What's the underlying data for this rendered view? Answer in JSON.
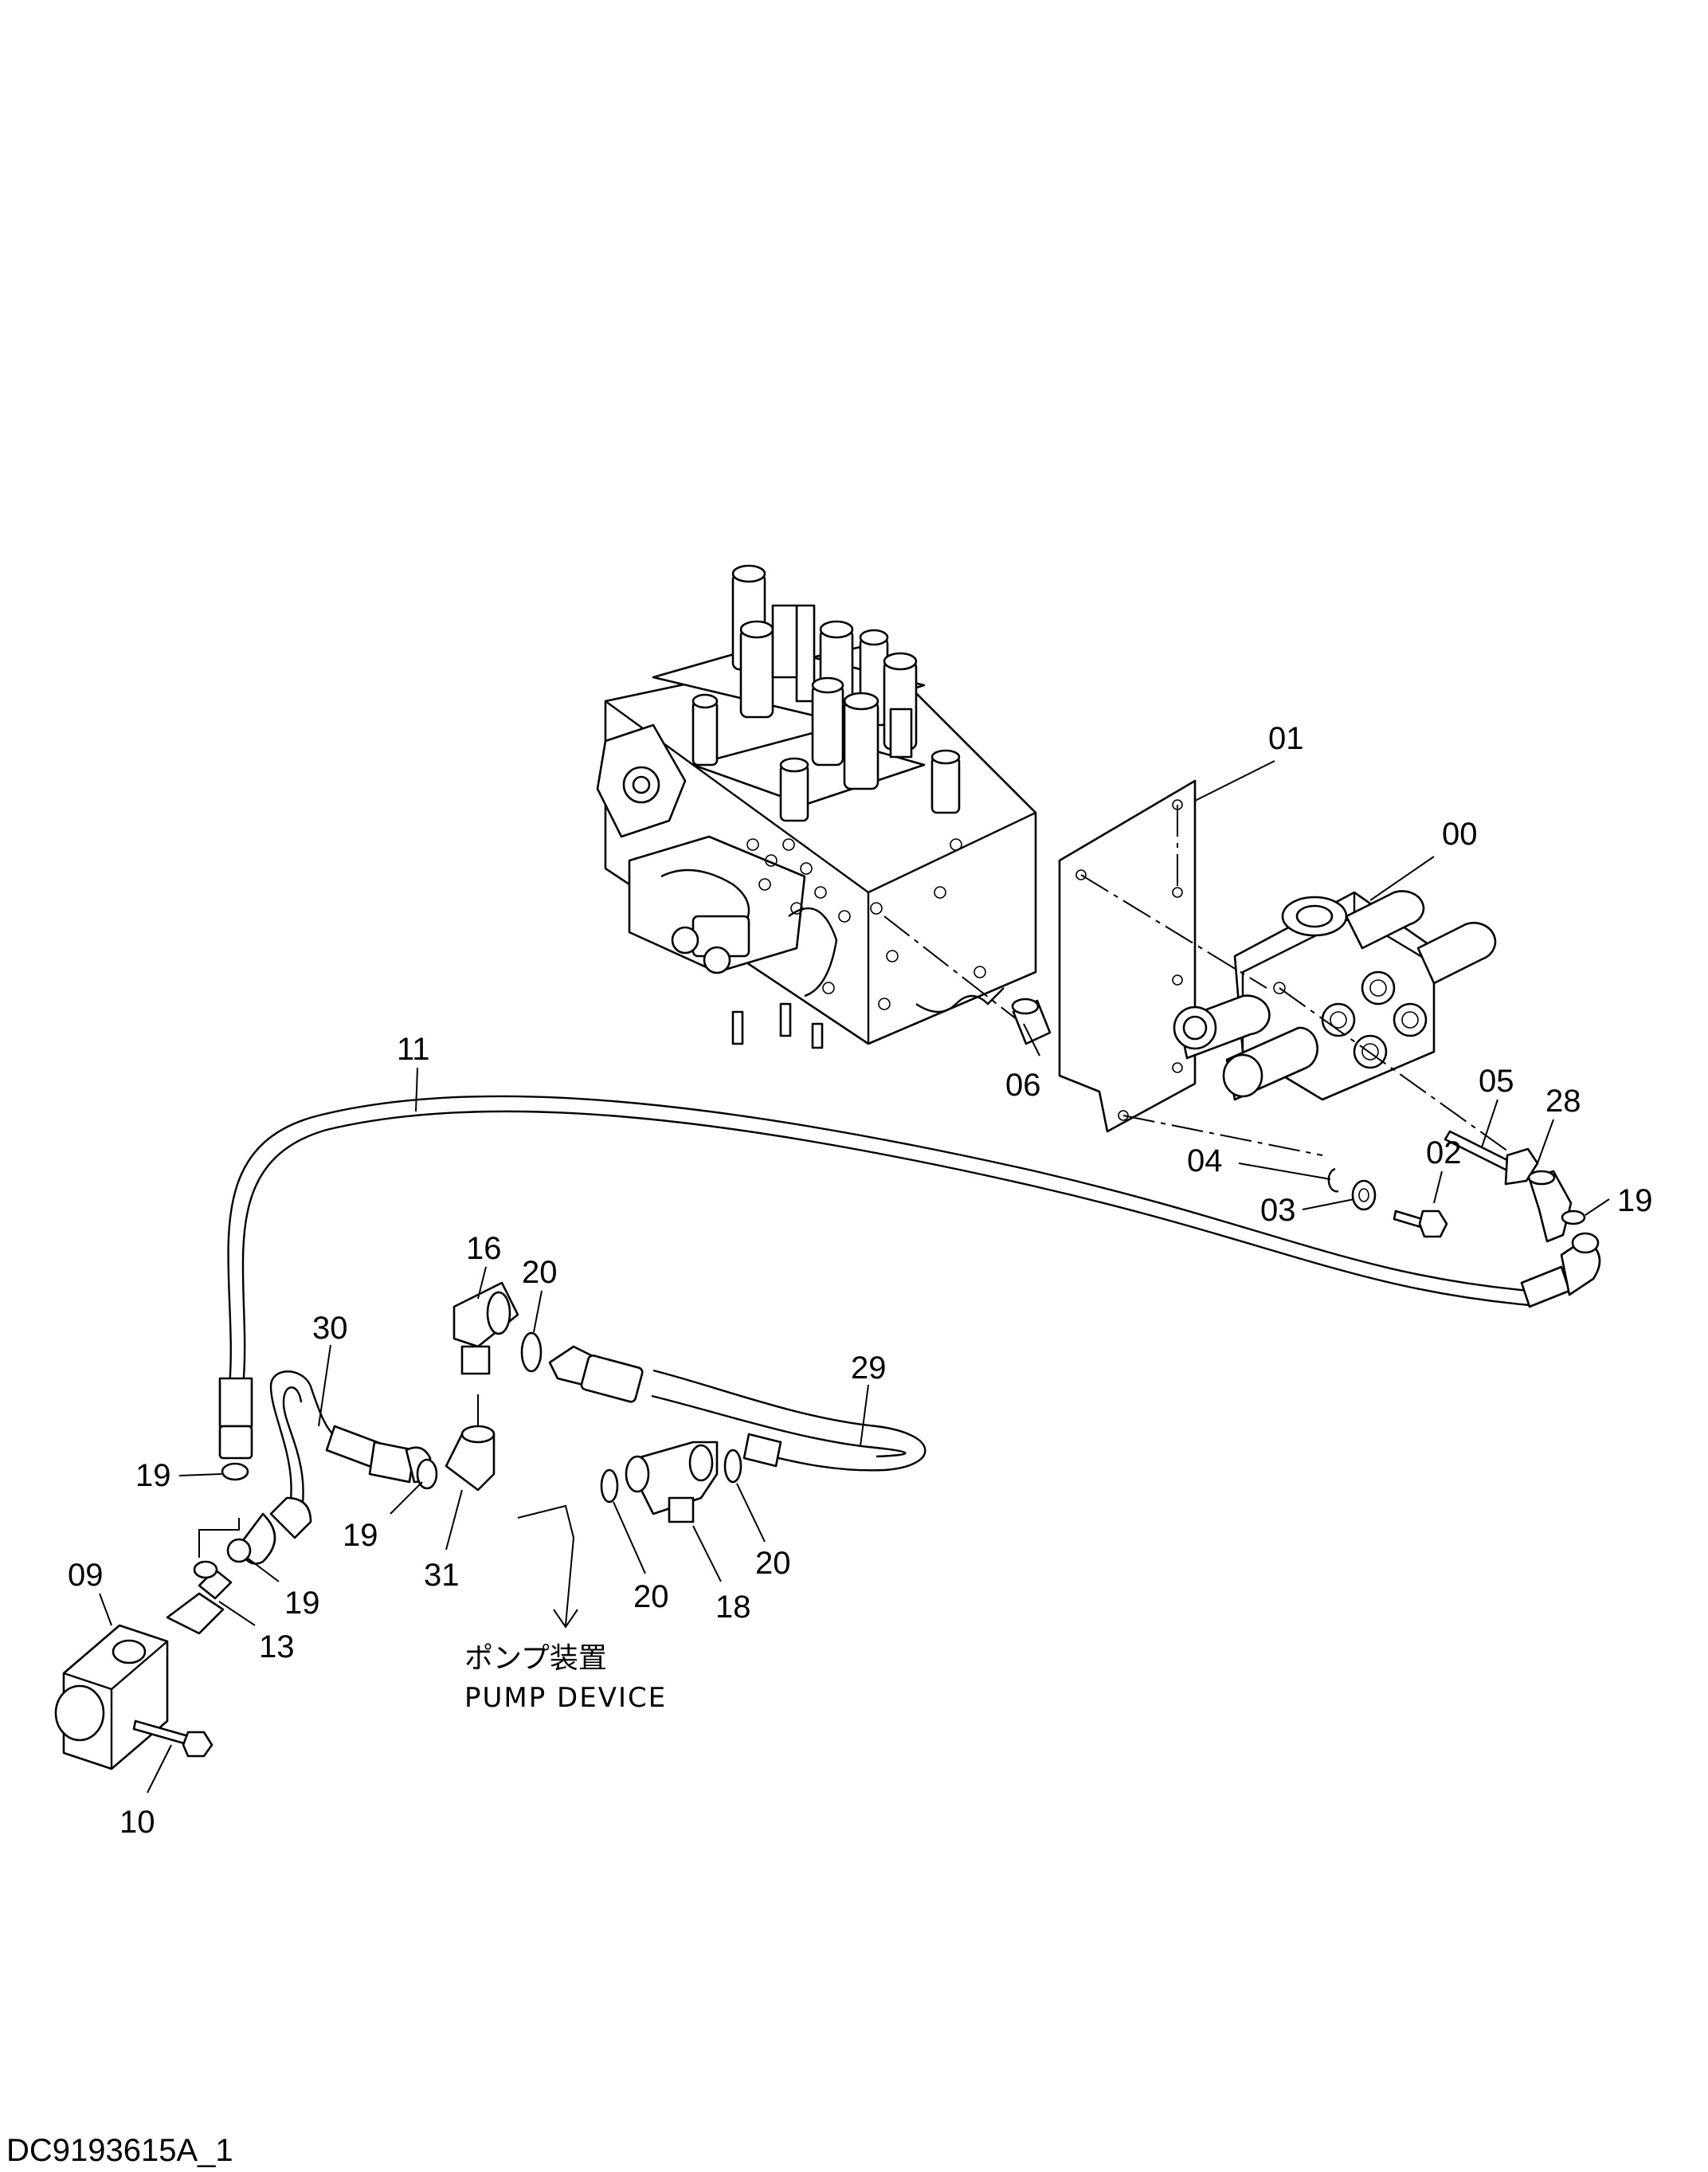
{
  "drawing_id": "DC9193615A_1",
  "annotation": {
    "jp": "ポンプ装置",
    "en": "PUMP DEVICE"
  },
  "callouts": {
    "c00": "00",
    "c01": "01",
    "c02": "02",
    "c03": "03",
    "c04": "04",
    "c05": "05",
    "c06": "06",
    "c09": "09",
    "c10": "10",
    "c11": "11",
    "c13": "13",
    "c16": "16",
    "c18": "18",
    "c19a": "19",
    "c19b": "19",
    "c19c": "19",
    "c19d": "19",
    "c20a": "20",
    "c20b": "20",
    "c20c": "20",
    "c28": "28",
    "c29": "29",
    "c30": "30",
    "c31": "31"
  }
}
